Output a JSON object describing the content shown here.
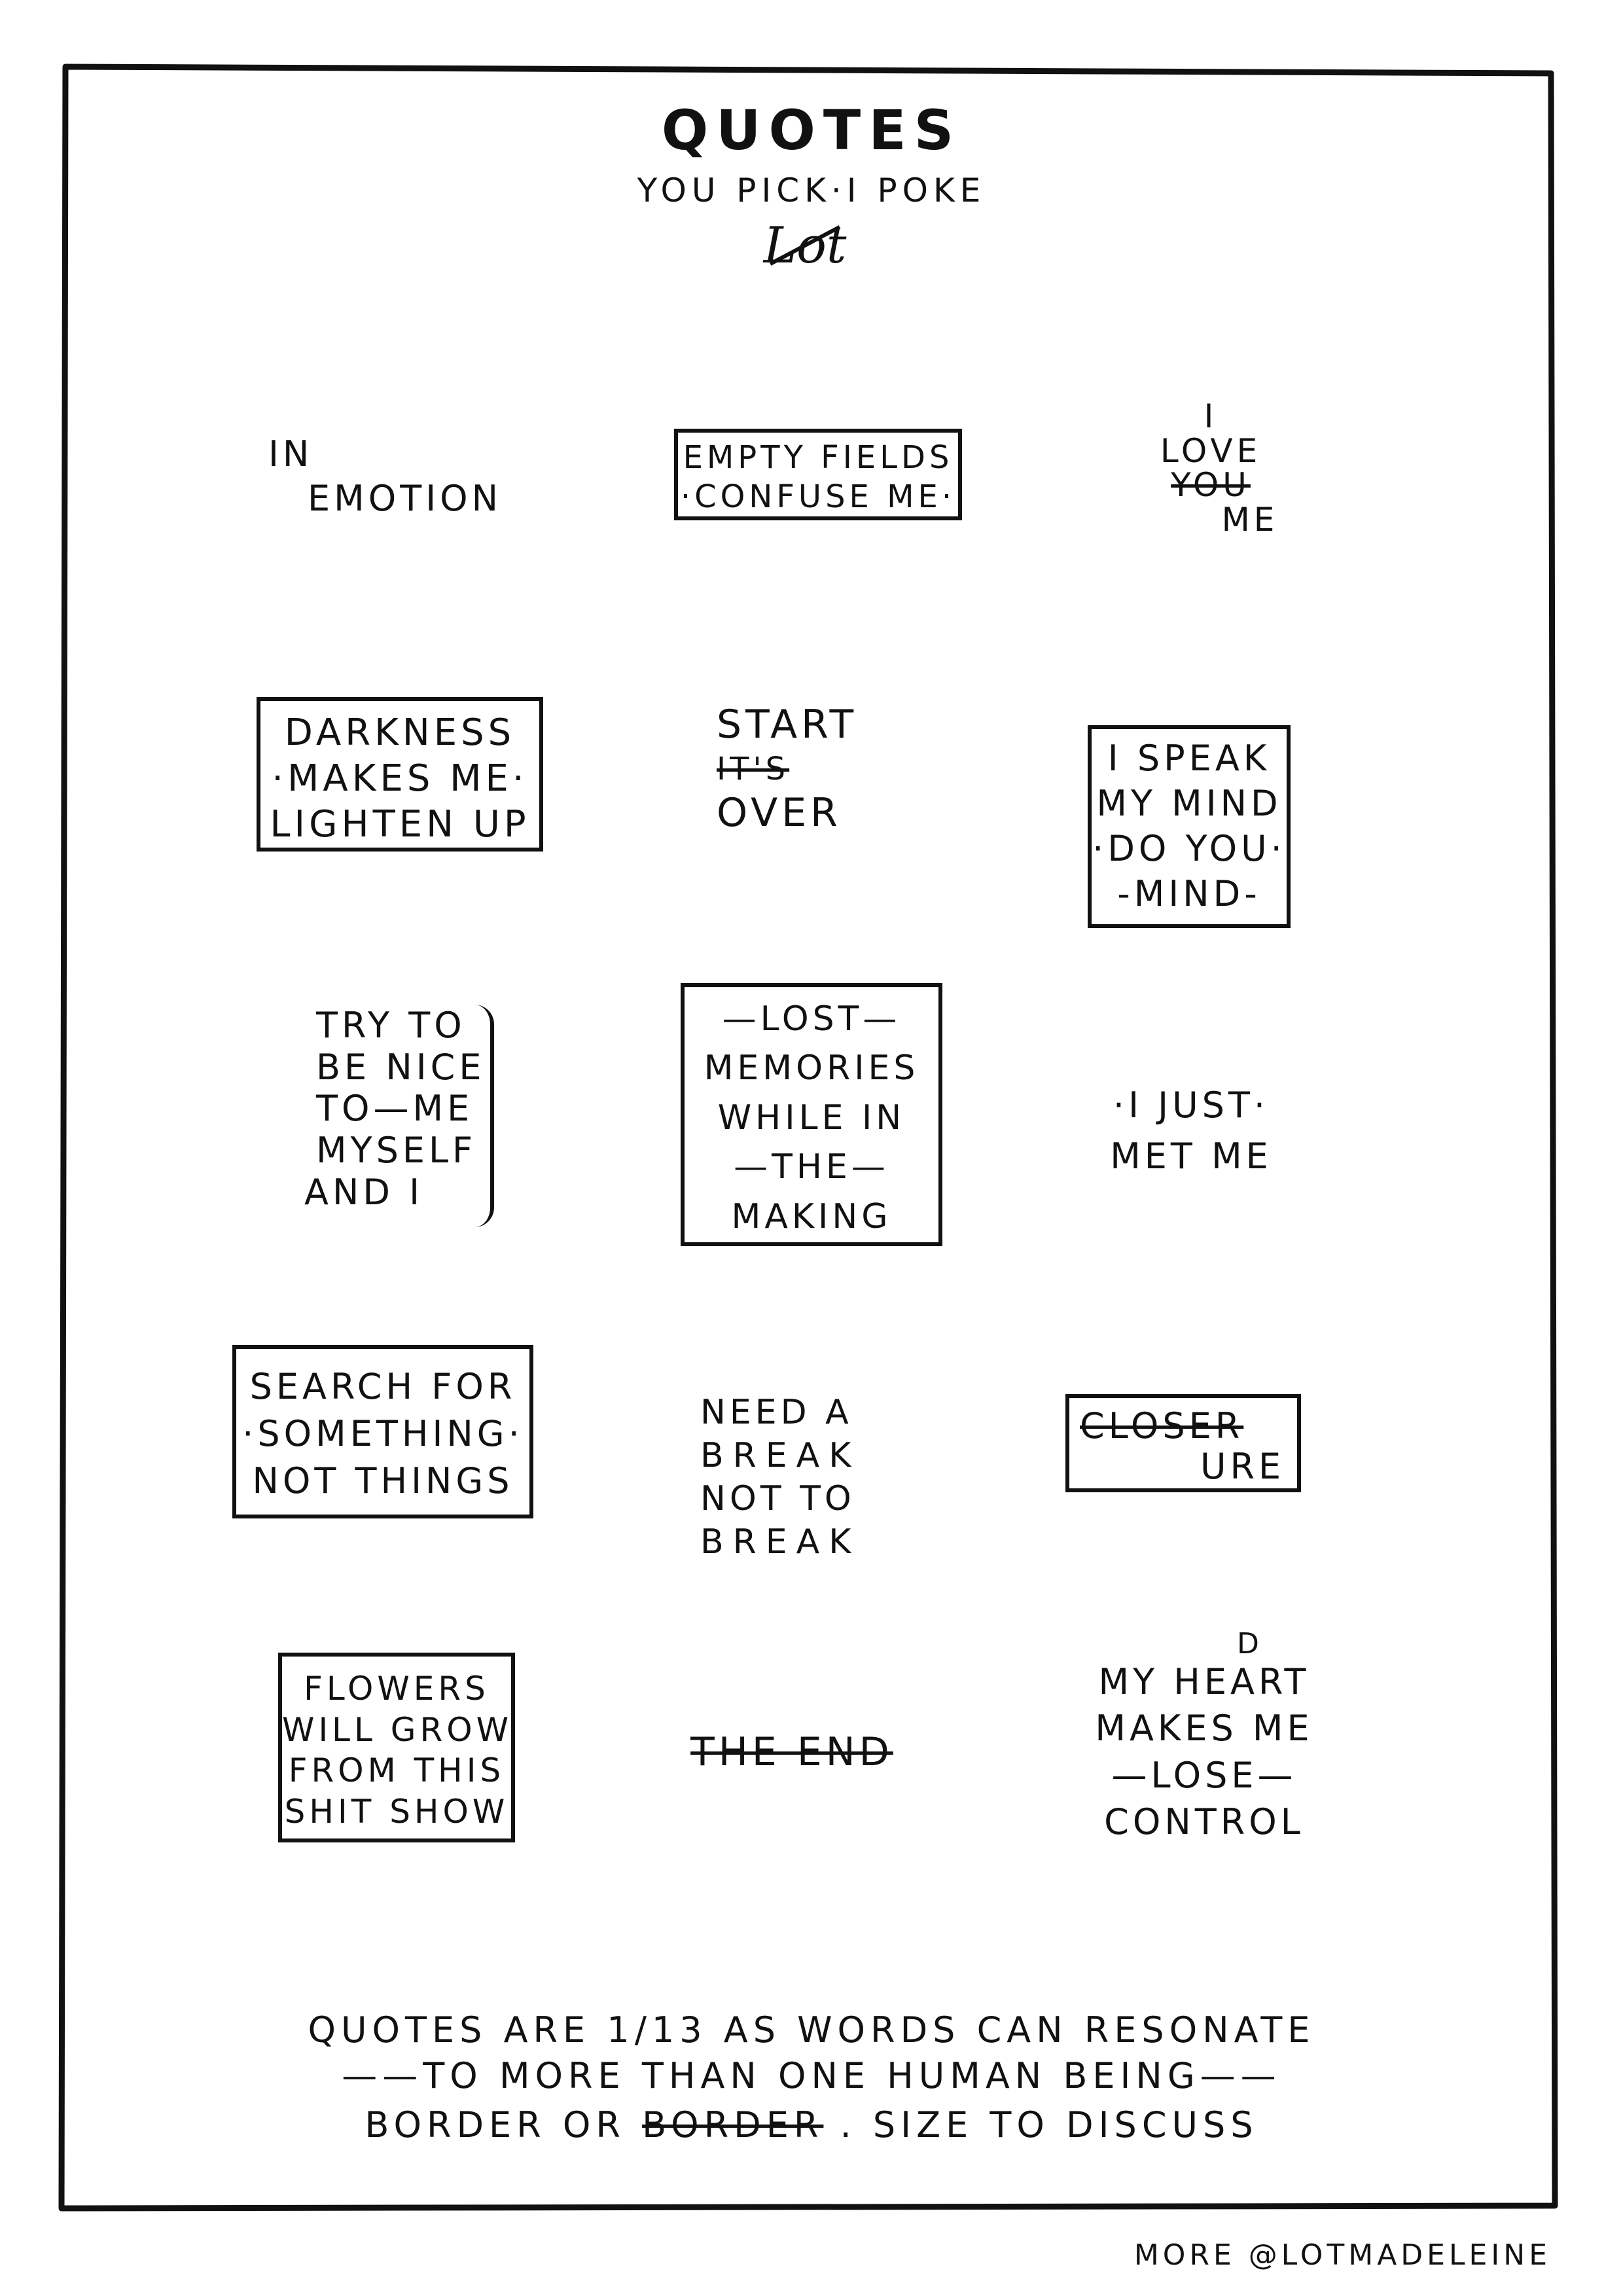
{
  "header": {
    "title": "QUOTES",
    "subtitle": "YOU PICK·I POKE",
    "signature": "Lot"
  },
  "quotes": [
    {
      "lines": [
        "IN",
        "EMOTION"
      ]
    },
    {
      "lines": [
        "EMPTY FIELDS",
        "·CONFUSE ME·"
      ]
    },
    {
      "lines": [
        "I",
        "LOVE",
        "YOU",
        "ME"
      ]
    },
    {
      "lines": [
        "DARKNESS",
        "·MAKES ME·",
        "LIGHTEN UP"
      ]
    },
    {
      "lines": [
        "START",
        "IT'S",
        "OVER"
      ]
    },
    {
      "lines": [
        "I SPEAK",
        "MY MIND",
        "·DO YOU·",
        "-MIND-"
      ]
    },
    {
      "lines": [
        "TRY TO",
        "BE NICE",
        "TO—ME",
        "MYSELF",
        "AND I"
      ]
    },
    {
      "lines": [
        "—LOST—",
        "MEMORIES",
        "WHILE IN",
        "—THE—",
        "MAKING"
      ]
    },
    {
      "lines": [
        "·I JUST·",
        "MET ME"
      ]
    },
    {
      "lines": [
        "SEARCH FOR",
        "·SOMETHING·",
        "NOT THINGS"
      ]
    },
    {
      "lines": [
        "NEED A",
        "BREAK",
        "NOT TO",
        "BREAK"
      ]
    },
    {
      "lines": [
        "CLOSER",
        "URE"
      ]
    },
    {
      "lines": [
        "FLOWERS",
        "WILL GROW",
        "FROM THIS",
        "SHIT SHOW"
      ]
    },
    {
      "lines": [
        "THE END"
      ]
    },
    {
      "lines": [
        "D",
        "MY HEART",
        "MAKES ME",
        "—LOSE—",
        "CONTROL"
      ]
    }
  ],
  "footer": {
    "line1": "QUOTES ARE 1/13 AS WORDS CAN RESONATE",
    "line2": "——TO MORE THAN ONE HUMAN BEING——",
    "line3a": "BORDER OR",
    "line3b": "BORDER",
    "line3c": ". SIZE TO DISCUSS",
    "more": "MORE @LOTMADELEINE"
  }
}
